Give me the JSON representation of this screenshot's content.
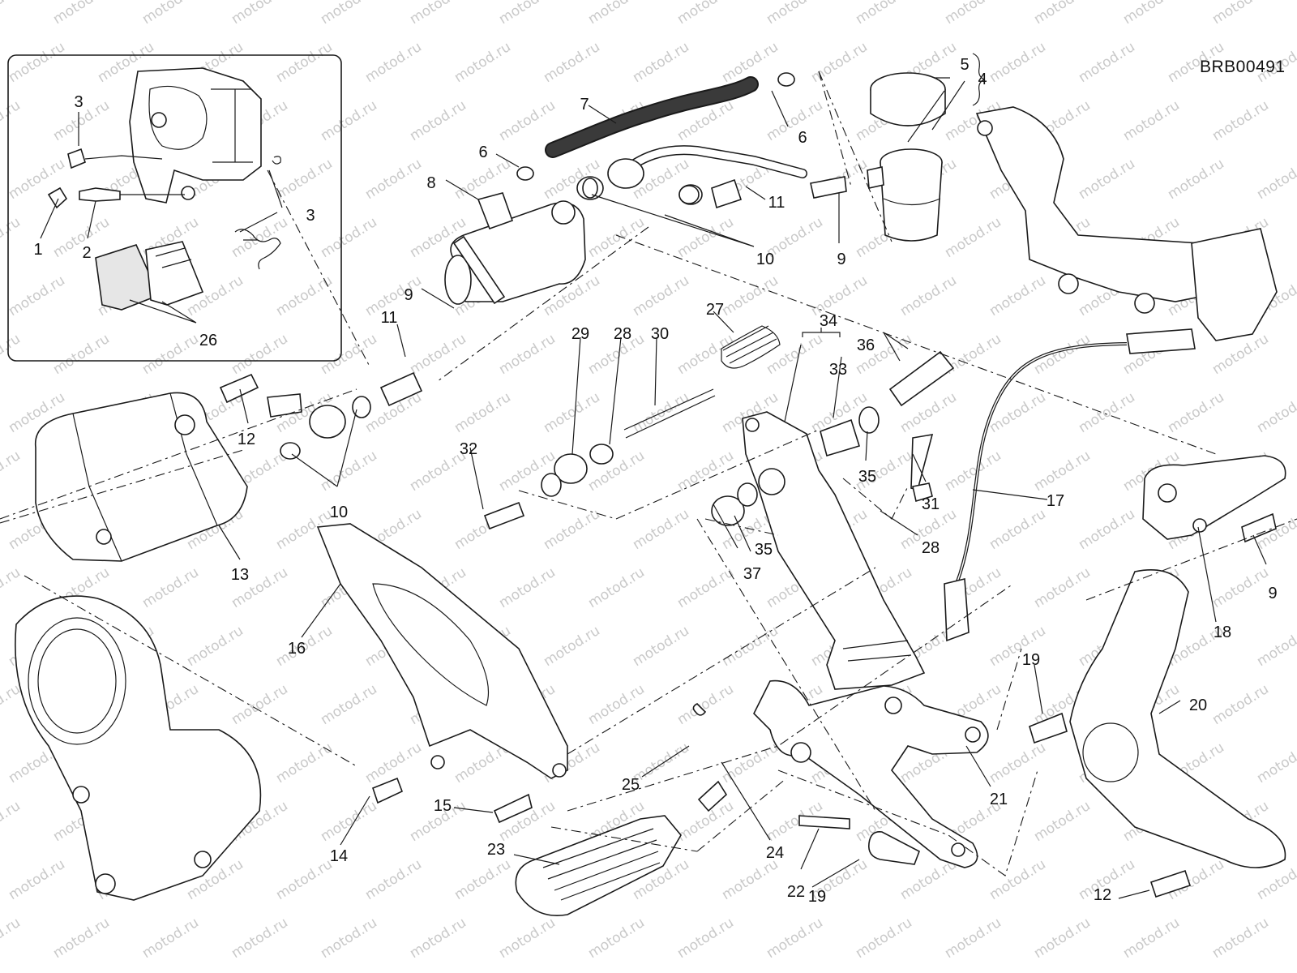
{
  "diagram_code": "BRB00491",
  "watermark": "motod.ru",
  "references": [
    "1",
    "2",
    "3",
    "4",
    "5",
    "6",
    "7",
    "8",
    "9",
    "10",
    "11",
    "12",
    "13",
    "14",
    "15",
    "16",
    "17",
    "18",
    "19",
    "20",
    "21",
    "22",
    "23",
    "24",
    "25",
    "26",
    "27",
    "28",
    "29",
    "30",
    "31",
    "32",
    "33",
    "34",
    "35",
    "36",
    "37"
  ],
  "callouts": [
    "3",
    "3",
    "1",
    "2",
    "26",
    "5",
    "4",
    "7",
    "6",
    "6",
    "8",
    "11",
    "10",
    "9",
    "9",
    "11",
    "12",
    "10",
    "13",
    "16",
    "14",
    "15",
    "27",
    "29",
    "28",
    "30",
    "32",
    "34",
    "33",
    "36",
    "35",
    "31",
    "28",
    "35",
    "37",
    "17",
    "18",
    "9",
    "19",
    "20",
    "21",
    "25",
    "24",
    "22",
    "23",
    "19",
    "12"
  ]
}
